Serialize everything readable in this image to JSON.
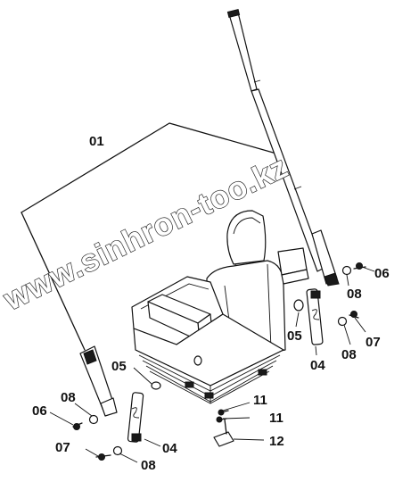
{
  "diagram": {
    "watermark": "www.sinhron-too.kz",
    "labels": {
      "assembly": "01",
      "rivet_left": "05",
      "rivet_right": "05",
      "belt_left": "04",
      "belt_right": "04",
      "bolt_left_upper": "06",
      "bolt_right_upper": "06",
      "washer_left_upper": "08",
      "washer_right_upper": "08",
      "bolt_left_lower": "07",
      "bolt_right_lower": "07",
      "washer_left_lower": "08",
      "washer_right_lower": "08",
      "screw_upper": "11",
      "screw_lower": "11",
      "bracket": "12"
    }
  }
}
